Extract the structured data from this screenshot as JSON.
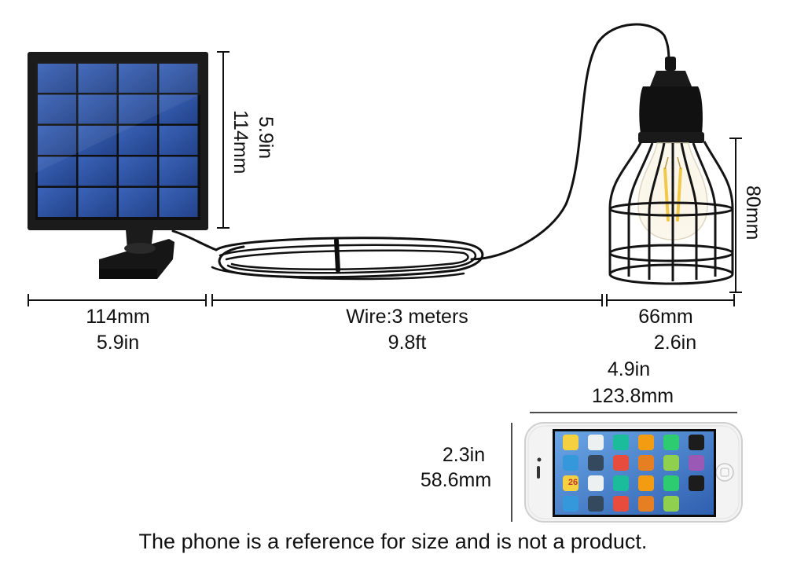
{
  "labels": {
    "panel_height_in": "5.9in",
    "panel_height_mm": "114mm",
    "lamp_height_mm": "80mm",
    "panel_width_mm": "114mm",
    "panel_width_in": "5.9in",
    "wire_length_m": "Wire:3 meters",
    "wire_length_ft": "9.8ft",
    "lamp_width_mm": "66mm",
    "lamp_width_in": "2.6in",
    "phone_width_in": "4.9in",
    "phone_width_mm": "123.8mm",
    "phone_height_in": "2.3in",
    "phone_height_mm": "58.6mm",
    "phone_date": "26"
  },
  "caption": "The phone is a reference for size and is not a product.",
  "colors": {
    "panel_cell": "#2b4f9e",
    "panel_frame": "#1a1a1a",
    "dimension_line": "#111111",
    "lamp_metal": "#141414",
    "bulb_glow": "#f2c84b"
  },
  "icons": {
    "solar_panel": "solar-panel-illustration",
    "pendant_lamp": "cage-pendant-lamp-illustration",
    "phone": "smartphone-illustration"
  }
}
